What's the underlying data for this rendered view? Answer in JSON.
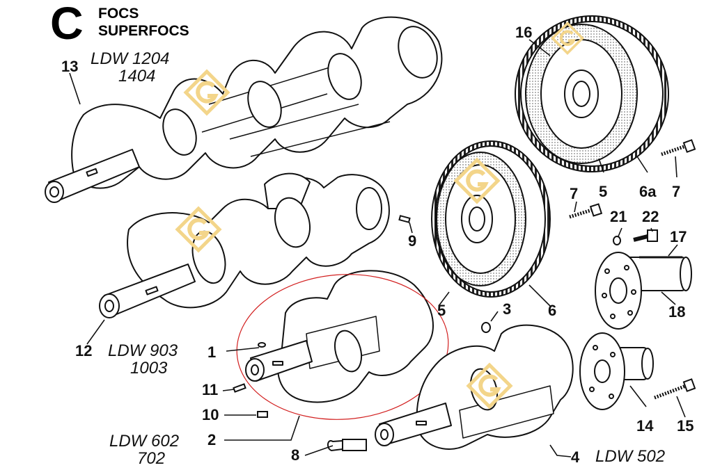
{
  "header": {
    "section_letter": "C",
    "family_lines": [
      "FOCS",
      "SUPERFOCS"
    ]
  },
  "models": {
    "ldw1204": [
      "LDW 1204",
      "1404"
    ],
    "ldw903": [
      "LDW 903",
      "1003"
    ],
    "ldw602": [
      "LDW 602",
      "702"
    ],
    "ldw502": [
      "LDW 502"
    ]
  },
  "callouts": {
    "c1": "1",
    "c2": "2",
    "c3": "3",
    "c4": "4",
    "c5a": "5",
    "c5b": "5",
    "c6": "6",
    "c6a": "6a",
    "c7a": "7",
    "c7b": "7",
    "c8": "8",
    "c9": "9",
    "c10": "10",
    "c11": "11",
    "c12": "12",
    "c13": "13",
    "c14": "14",
    "c15": "15",
    "c16": "16",
    "c17": "17",
    "c18": "18",
    "c21": "21",
    "c22": "22"
  },
  "colors": {
    "ink": "#111111",
    "highlight_ellipse": "#d21f1f",
    "watermark": "#f3d58a"
  },
  "icons": {
    "watermark": "g-logo-watermark"
  }
}
